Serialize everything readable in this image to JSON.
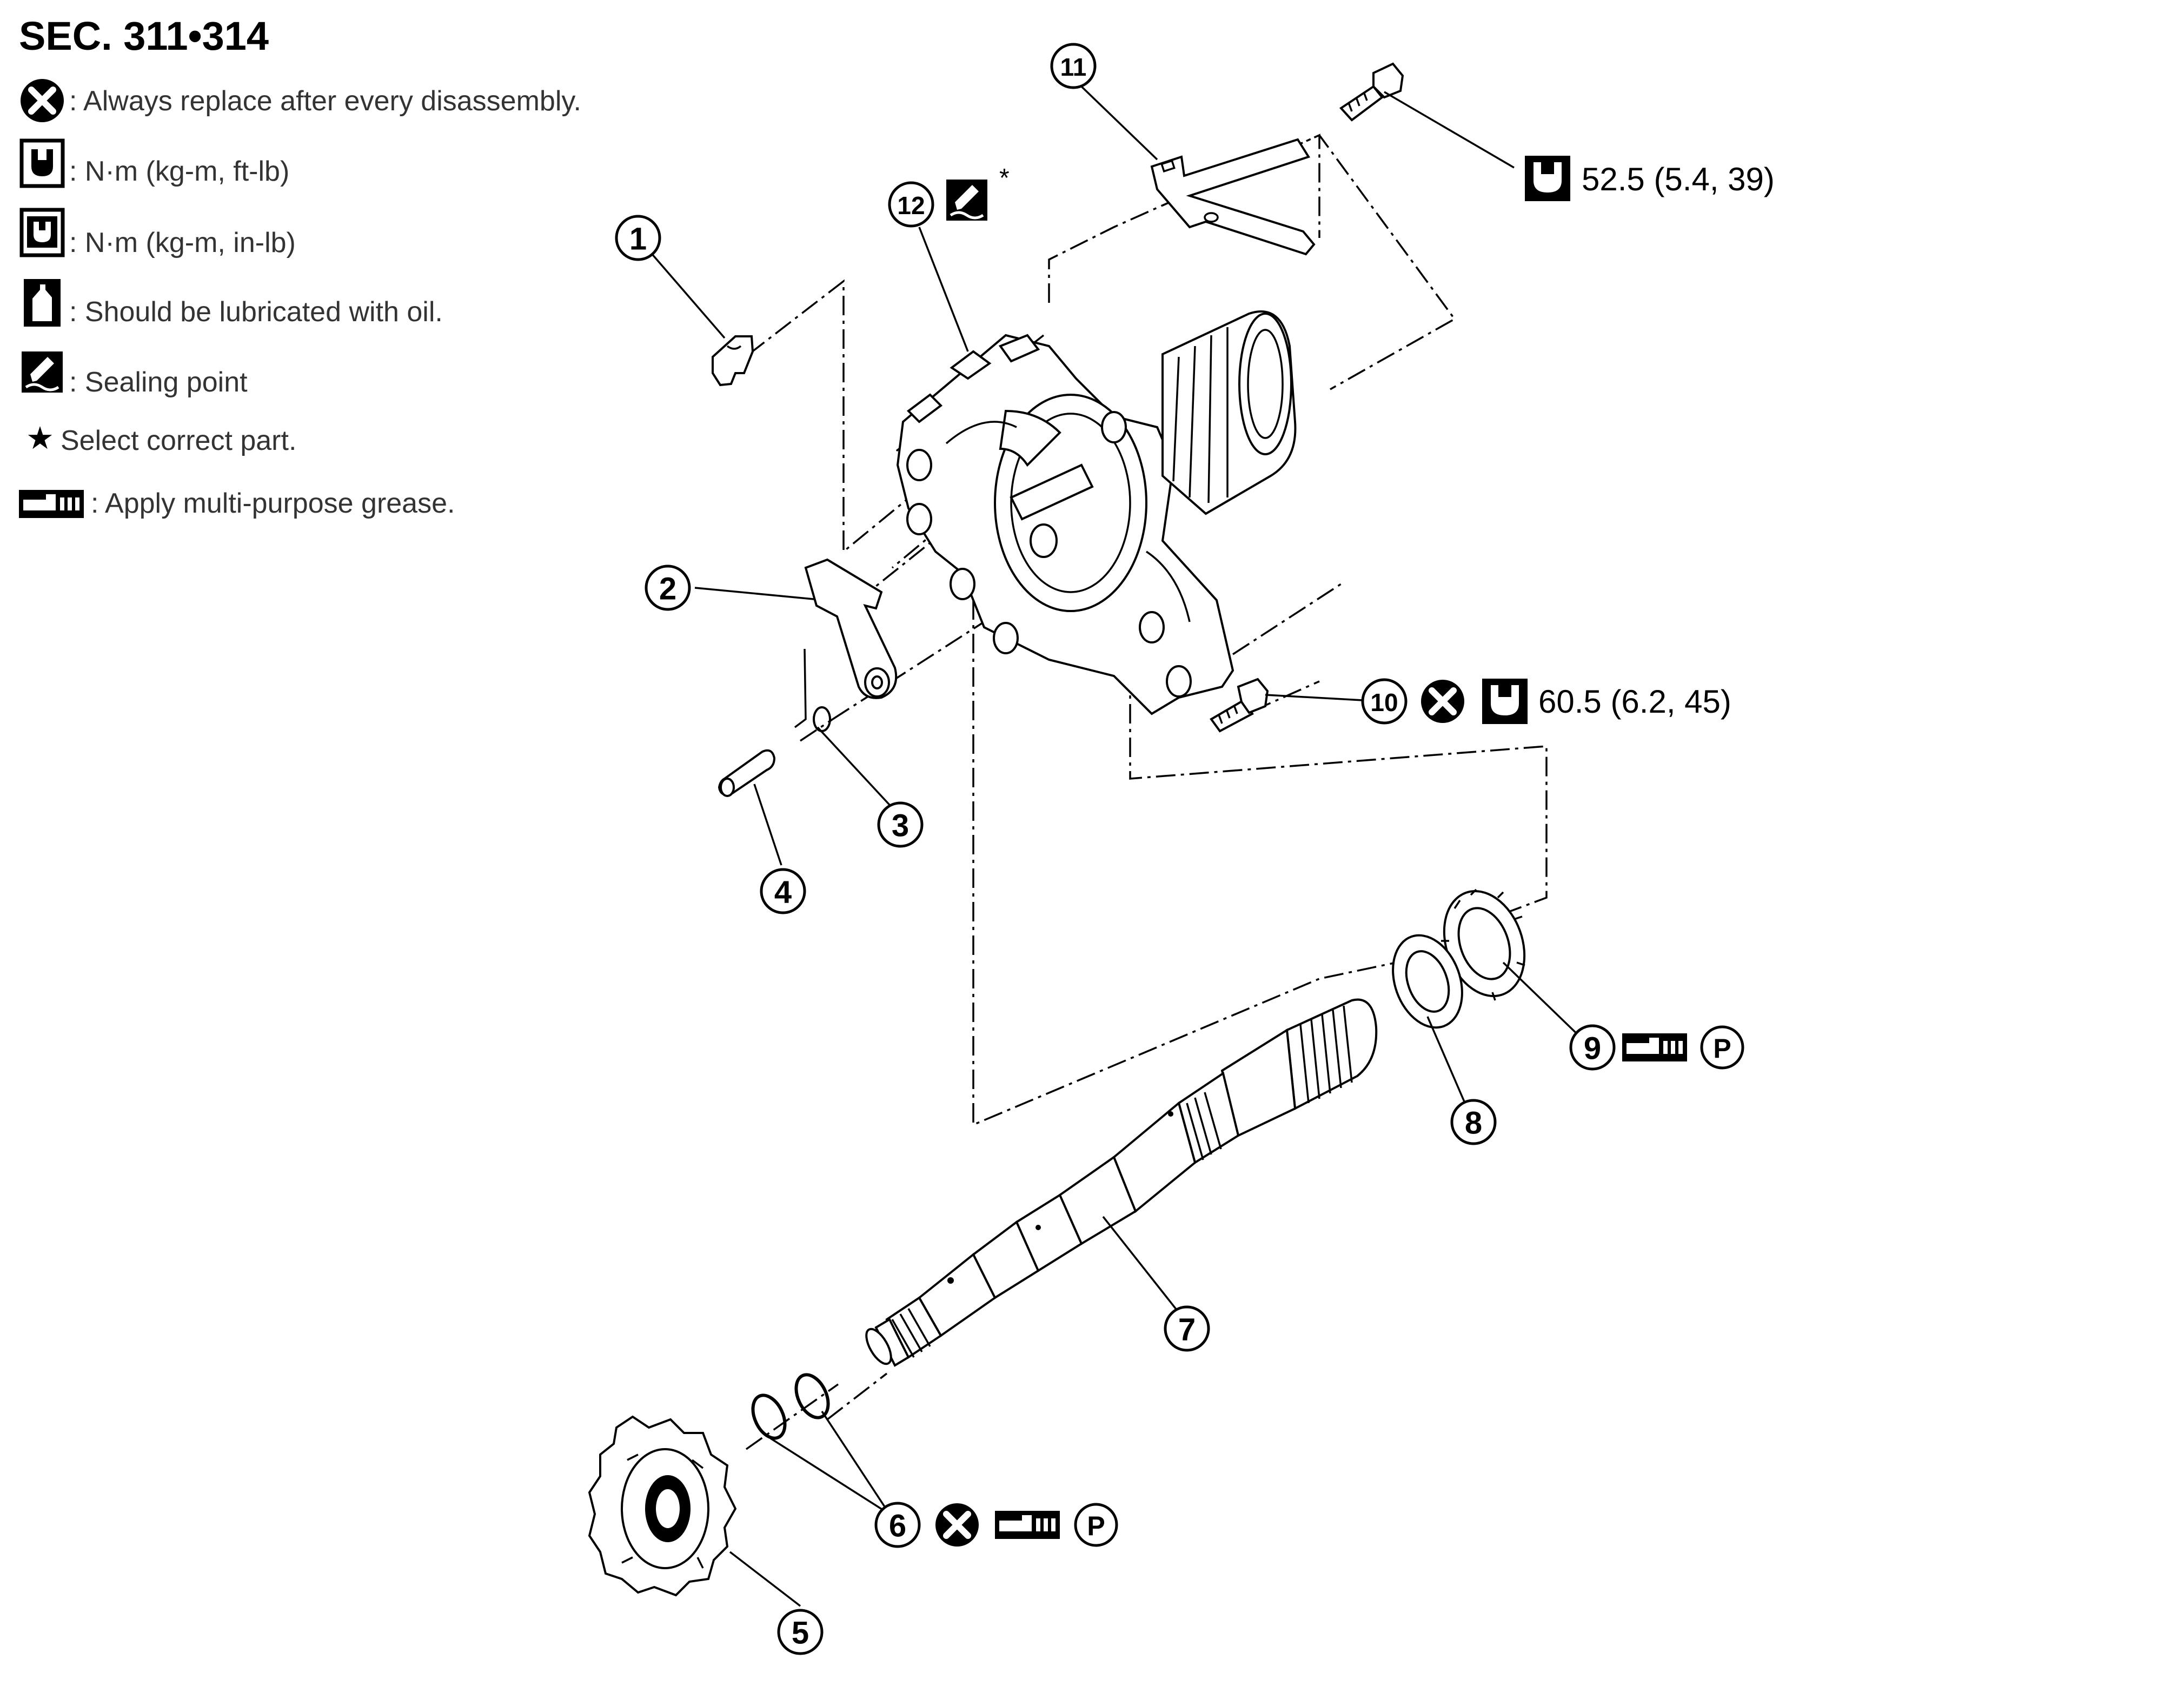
{
  "header": {
    "section": "SEC. 311•314"
  },
  "legend": [
    {
      "icon": "replace-icon",
      "text": ": Always replace after every disassembly."
    },
    {
      "icon": "torque-ftlb-icon",
      "text": ": N·m (kg-m, ft-lb)"
    },
    {
      "icon": "torque-inlb-icon",
      "text": ": N·m (kg-m, in-lb)"
    },
    {
      "icon": "oil-icon",
      "text": ": Should be lubricated with oil."
    },
    {
      "icon": "sealing-icon",
      "text": ": Sealing point"
    },
    {
      "icon": "star-icon",
      "text": "Select correct part."
    },
    {
      "icon": "grease-icon",
      "text": ": Apply multi-purpose grease."
    }
  ],
  "callouts": [
    {
      "id": "1",
      "label": "①"
    },
    {
      "id": "2",
      "label": "②"
    },
    {
      "id": "3",
      "label": "③"
    },
    {
      "id": "4",
      "label": "④"
    },
    {
      "id": "5",
      "label": "⑤"
    },
    {
      "id": "6",
      "label": "⑥"
    },
    {
      "id": "7",
      "label": "⑦"
    },
    {
      "id": "8",
      "label": "⑧"
    },
    {
      "id": "9",
      "label": "⑨"
    },
    {
      "id": "10",
      "label": "⑩"
    },
    {
      "id": "11",
      "label": "⑪"
    },
    {
      "id": "12",
      "label": "⑫"
    }
  ],
  "specs": {
    "bolt_11_torque": "52.5 (5.4, 39)",
    "bolt_10_torque": "60.5 (6.2, 45)",
    "asterisk": "*",
    "p_mark": "P",
    "star": "★"
  }
}
